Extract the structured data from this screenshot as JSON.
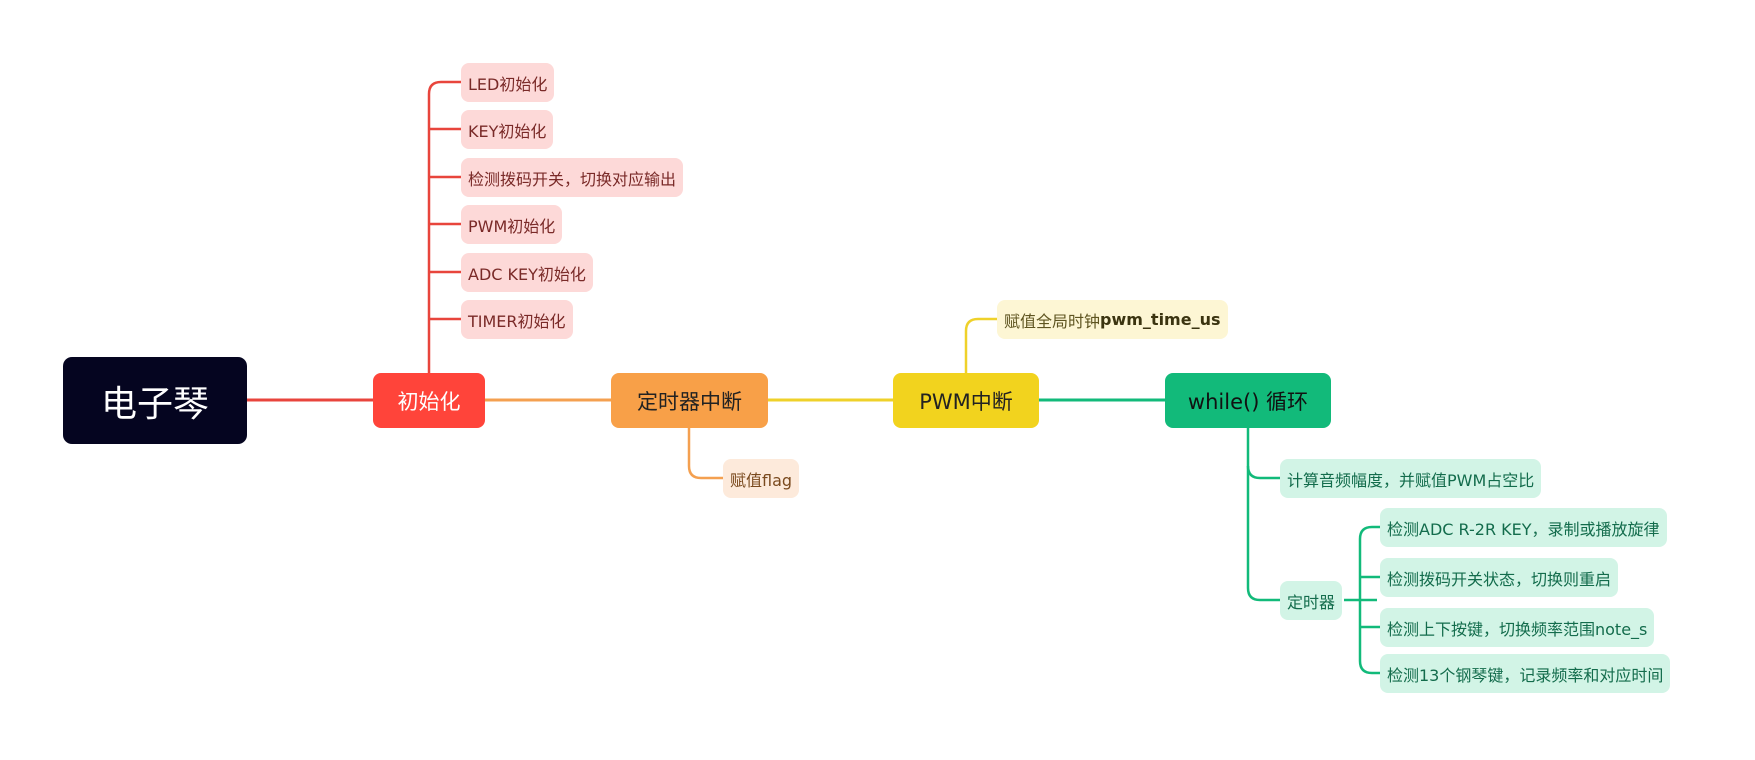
{
  "root": {
    "label": "电子琴"
  },
  "branches": {
    "init": {
      "label": "初始化",
      "children": [
        "LED初始化",
        "KEY初始化",
        "检测拨码开关，切换对应输出",
        "PWM初始化",
        "ADC KEY初始化",
        "TIMER初始化"
      ]
    },
    "timer_interrupt": {
      "label": "定时器中断",
      "children": [
        "赋值flag"
      ]
    },
    "pwm_interrupt": {
      "label": "PWM中断",
      "children": [
        {
          "prefix": "赋值全局时钟",
          "bold": "pwm_time_us"
        }
      ]
    },
    "while_loop": {
      "label": "while() 循环",
      "children": [
        "计算音频幅度，并赋值PWM占空比"
      ],
      "timer": {
        "label": "定时器",
        "children": [
          "检测ADC R-2R KEY，录制或播放旋律",
          "检测拨码开关状态，切换则重启",
          "检测上下按键，切换频率范围note_s",
          "检测13个钢琴键，记录频率和对应时间"
        ]
      }
    }
  },
  "colors": {
    "root": "#050520",
    "init": "#ff443a",
    "timer_interrupt": "#f8a048",
    "pwm_interrupt": "#f2d31e",
    "while_loop": "#12ba7a"
  }
}
